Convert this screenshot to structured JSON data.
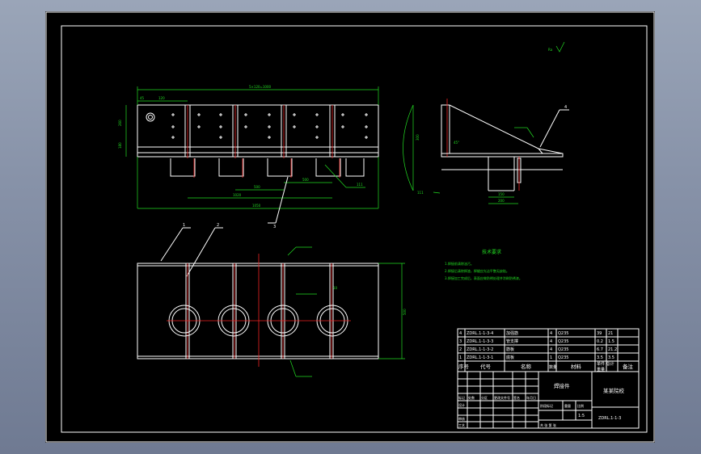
{
  "drawing": {
    "roughness_symbol": "Ra",
    "dims": {
      "top_overall": "5×120=1000",
      "top_left": "120",
      "top_offset": "45",
      "left_h1": "260",
      "left_h2": "180",
      "inner_1": "1020",
      "inner_2": "500",
      "inner_3": "500",
      "bottom_overall": "1050",
      "side_h": "300",
      "side_ang": "45°",
      "side_w1": "200",
      "side_w2": "150",
      "side_weld": "111",
      "plan_h": "500",
      "plan_gap": "10",
      "weld_tag": "111"
    },
    "labels": {
      "side_view": "4",
      "callout_1": "1",
      "callout_2": "2",
      "callout_3": "3"
    }
  },
  "notes": {
    "title": "技术要求",
    "lines": [
      "1.焊接前清除油污。",
      "2.焊接后清除焊渣，焊缝应光洁平整无缺陷。",
      "3.焊接加工完成后，表面应做防锈处理并涂刷防锈漆。"
    ]
  },
  "parts_list": {
    "rows": [
      {
        "no": "4",
        "code": "ZDRL.1-1-3-4",
        "name": "加强筋",
        "qty": "4",
        "material": "Q235",
        "w1": "39",
        "w2": "21"
      },
      {
        "no": "3",
        "code": "ZDRL.1-1-3-3",
        "name": "管支撑",
        "qty": "4",
        "material": "Q235",
        "w1": "0.2",
        "w2": "1.5"
      },
      {
        "no": "2",
        "code": "ZDRL.1-1-3-2",
        "name": "筋板",
        "qty": "4",
        "material": "Q235",
        "w1": "6.7",
        "w2": "21.2"
      },
      {
        "no": "1",
        "code": "ZDRL.1-1-3-1",
        "name": "底板",
        "qty": "1",
        "material": "Q235",
        "w1": "3.5",
        "w2": "3.5"
      }
    ],
    "header": {
      "no": "序号",
      "code": "代号",
      "name": "名称",
      "qty": "数量",
      "material": "材料",
      "weight": "单件 总计",
      "weight_sub": "重量",
      "note": "备注"
    }
  },
  "title_block": {
    "part_name": "焊接件",
    "school": "某某院校",
    "drawing_no": "ZDRL.1-1-3",
    "scale": "1:5",
    "row_labels": [
      "标记",
      "处数",
      "分区",
      "更改文件号",
      "签名",
      "年月日"
    ],
    "left_labels": [
      "设计",
      "审核",
      "工艺"
    ],
    "mid_labels": [
      "阶段标记",
      "重量",
      "比例"
    ],
    "sheet": "共 张 第 张"
  }
}
